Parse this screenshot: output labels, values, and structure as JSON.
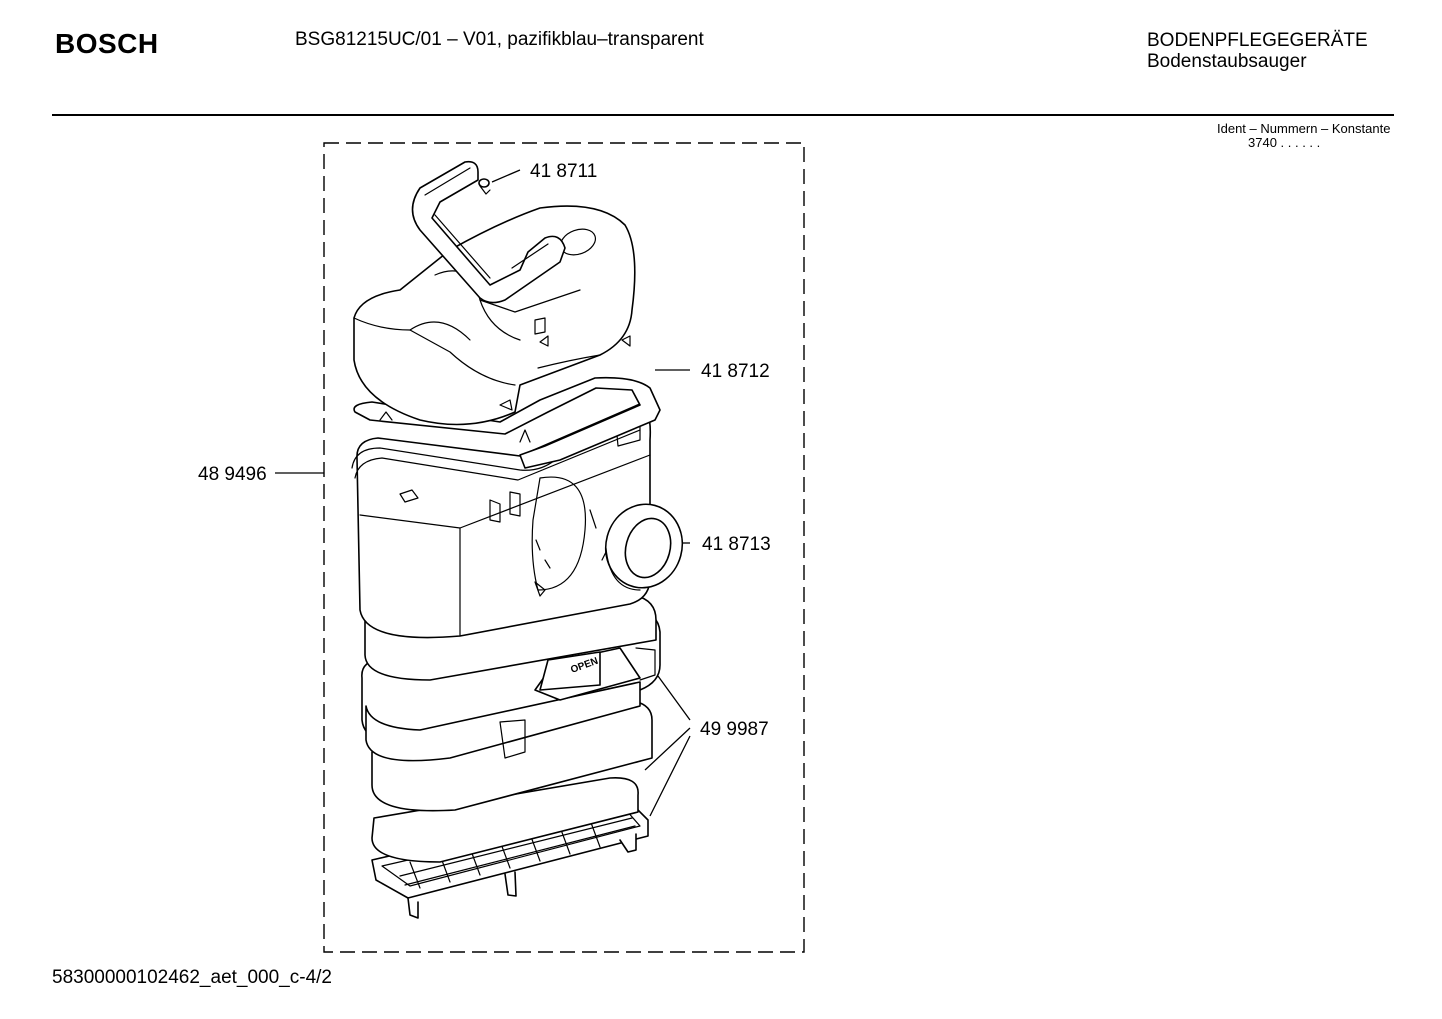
{
  "header": {
    "brand": "BOSCH",
    "model": "BSG81215UC/01 – V01, pazifikblau–transparent",
    "category": "BODENPFLEGEGERÄTE",
    "subcategory": "Bodenstaubsauger",
    "ident_label": "Ident – Nummern – Konstante",
    "ident_value": "3740  . .    . . . ."
  },
  "parts": [
    {
      "number": "41 8711"
    },
    {
      "number": "41 8712"
    },
    {
      "number": "48 9496"
    },
    {
      "number": "41 8713"
    },
    {
      "number": "49 9987"
    }
  ],
  "embossed_label": "OPEN",
  "footer": {
    "document_id": "58300000102462_aet_000_c-4/2"
  }
}
